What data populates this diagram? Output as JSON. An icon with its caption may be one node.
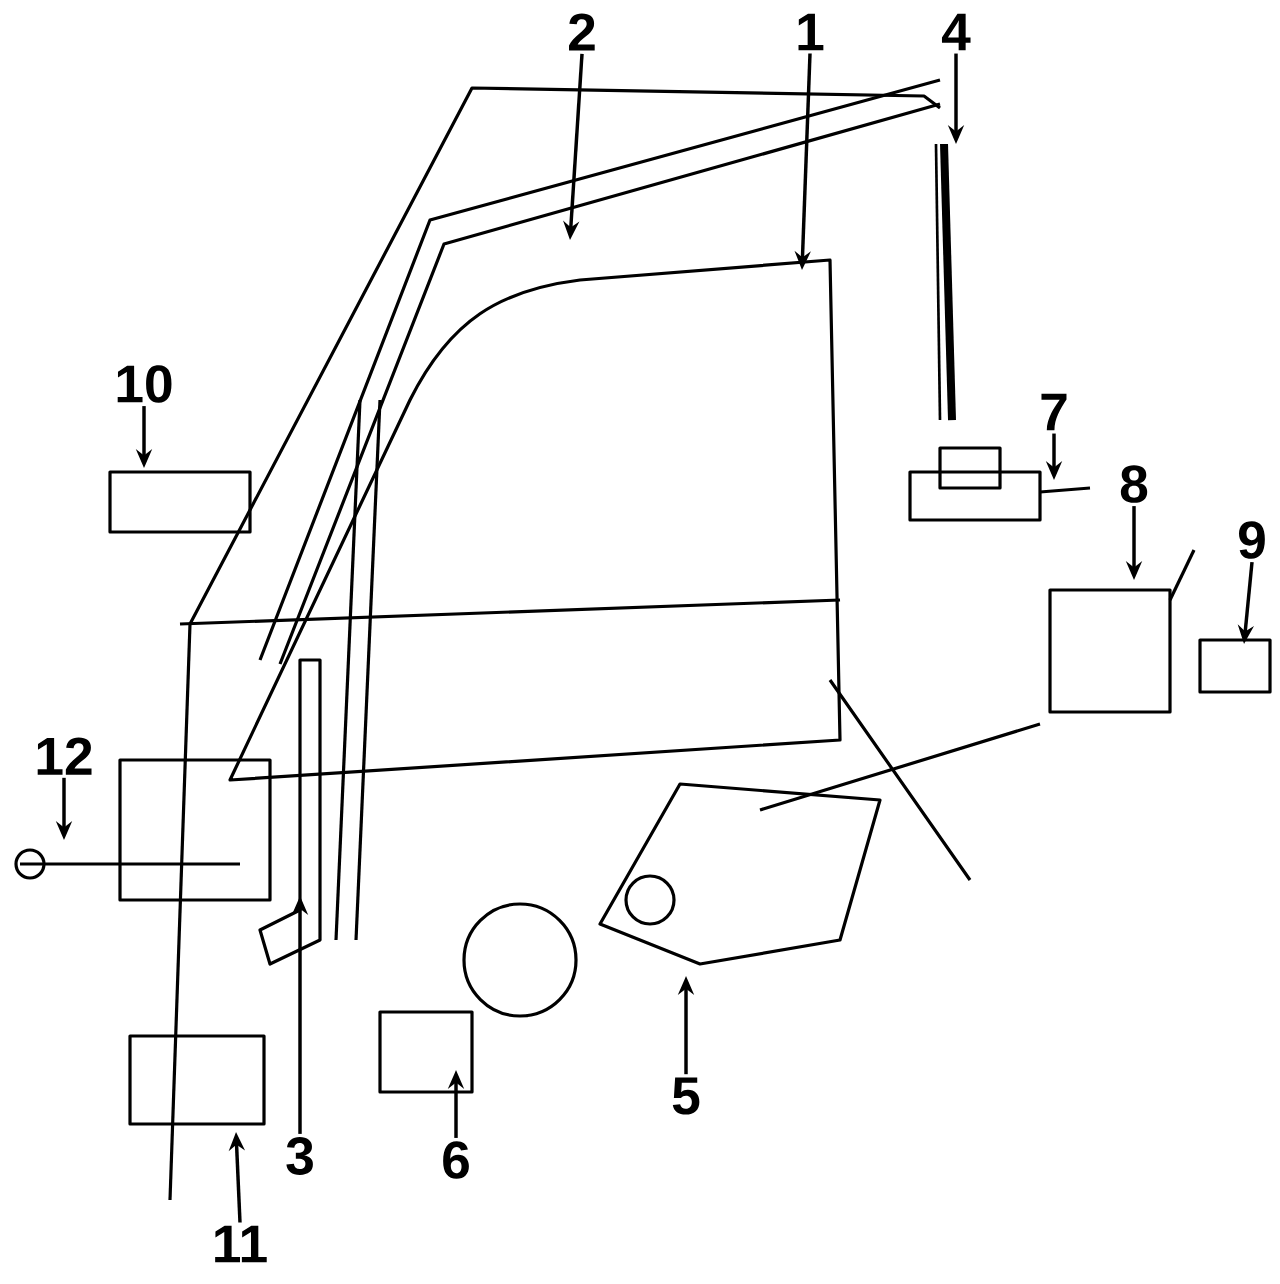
{
  "diagram": {
    "nodes": [
      {
        "text": [
          "1"
        ]
      },
      {
        "text": [
          "2"
        ]
      },
      {
        "text": [
          "3"
        ]
      },
      {
        "text": [
          "4"
        ]
      },
      {
        "text": [
          "5"
        ]
      },
      {
        "text": [
          "6"
        ]
      },
      {
        "text": [
          "7"
        ]
      },
      {
        "text": [
          "8"
        ]
      },
      {
        "text": [
          "9"
        ]
      },
      {
        "text": [
          "10"
        ]
      },
      {
        "text": [
          "11"
        ]
      },
      {
        "text": [
          "12"
        ]
      }
    ],
    "edges": [
      {
        "from": 0,
        "to": null,
        "arrow": "to"
      },
      {
        "from": 1,
        "to": null,
        "arrow": "to"
      },
      {
        "from": 2,
        "to": null,
        "arrow": "to"
      },
      {
        "from": 3,
        "to": null,
        "arrow": "to"
      },
      {
        "from": 4,
        "to": null,
        "arrow": "to"
      },
      {
        "from": 5,
        "to": null,
        "arrow": "to"
      },
      {
        "from": 6,
        "to": null,
        "arrow": "to"
      },
      {
        "from": 7,
        "to": null,
        "arrow": "to"
      },
      {
        "from": 8,
        "to": null,
        "arrow": "to"
      },
      {
        "from": 9,
        "to": null,
        "arrow": "to"
      },
      {
        "from": 10,
        "to": null,
        "arrow": "to"
      },
      {
        "from": 11,
        "to": null,
        "arrow": "to"
      }
    ]
  }
}
